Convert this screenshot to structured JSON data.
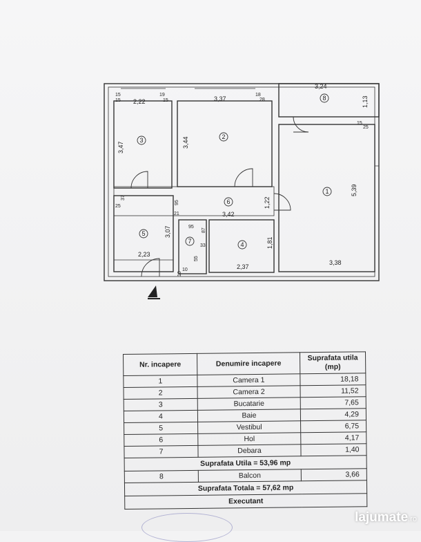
{
  "floor_plan": {
    "room_numbers": [
      "1",
      "2",
      "3",
      "4",
      "5",
      "6",
      "7",
      "8"
    ],
    "dimensions": {
      "r3_width": "2,22",
      "r3_height": "3,47",
      "r2_width": "3,37",
      "r2_height": "3,44",
      "balcony_width": "3,24",
      "balcony_height": "1,13",
      "r1_height": "5,39",
      "r1_width": "3,38",
      "r6_width": "3,42",
      "r6_height": "1,22",
      "r5_width": "2,23",
      "r5_height": "3,07",
      "r4_width": "2,37",
      "r4_height": "1,81"
    },
    "wall_labels": [
      "15",
      "19",
      "15",
      "15",
      "18",
      "28",
      "15",
      "25",
      "37",
      "25",
      "95",
      "21",
      "95",
      "87",
      "33",
      "55",
      "10",
      "10"
    ]
  },
  "table": {
    "headers": [
      "Nr. incapere",
      "Denumire incapere",
      "Suprafata utila (mp)"
    ],
    "rows": [
      {
        "nr": "1",
        "name": "Camera 1",
        "area": "18,18"
      },
      {
        "nr": "2",
        "name": "Camera 2",
        "area": "11,52"
      },
      {
        "nr": "3",
        "name": "Bucatarie",
        "area": "7,65"
      },
      {
        "nr": "4",
        "name": "Baie",
        "area": "4,29"
      },
      {
        "nr": "5",
        "name": "Vestibul",
        "area": "6,75"
      },
      {
        "nr": "6",
        "name": "Hol",
        "area": "4,17"
      },
      {
        "nr": "7",
        "name": "Debara",
        "area": "1,40"
      }
    ],
    "utila_total": "Suprafata Utila = 53,96 mp",
    "balcony_row": {
      "nr": "8",
      "name": "Balcon",
      "area": "3,66"
    },
    "grand_total": "Suprafata Totala = 57,62 mp",
    "executant": "Executant"
  },
  "watermark": {
    "brand": "lajumate",
    "tld": ".ro"
  }
}
